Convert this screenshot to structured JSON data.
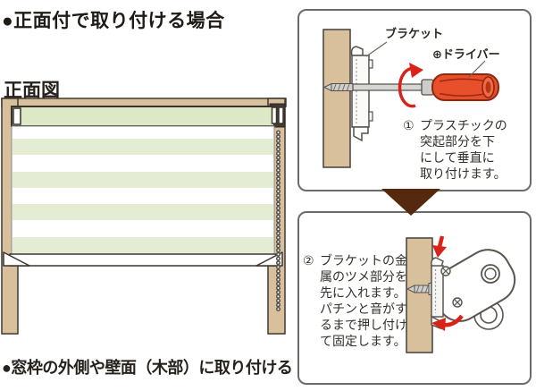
{
  "page": {
    "title": "●正面付で取り付ける場合",
    "mount_note": "●窓枠の外側や壁面（木部）に取り付ける"
  },
  "front_view": {
    "caption": "正面図"
  },
  "step1": {
    "number": "①",
    "bracket_label": "ブラケット",
    "screwdriver_label": "⊕ドライバー",
    "lines": [
      "プラスチックの",
      "突起部分を下",
      "にして垂直に",
      "取り付けます。"
    ]
  },
  "step2": {
    "number": "②",
    "lines": [
      "ブラケットの金",
      "属のツメ部分を",
      "先に入れます。",
      "パチンと音がす",
      "るまで押し付け",
      "て固定します。"
    ]
  },
  "colors": {
    "wood": "#d9c09c",
    "headrail_green": "#dde8c6",
    "stripe_green": "#e4edd3",
    "step_arrow_brown": "#55290d",
    "screwdriver_red": "#e84f2b",
    "accent_arrow_red": "#d92318",
    "box_border_gray": "#6b6b69"
  }
}
